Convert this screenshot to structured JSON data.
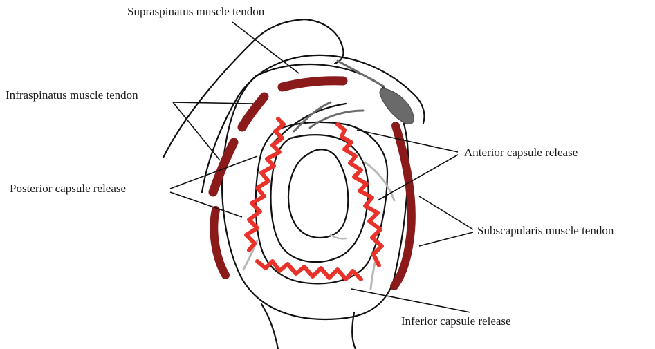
{
  "labels": {
    "supraspinatus": "Supraspinatus muscle tendon",
    "infraspinatus": "Infraspinatus muscle tendon",
    "posterior_release": "Posterior capsule release",
    "anterior_release": "Anterior capsule release",
    "subscapularis": "Subscapularis muscle tendon",
    "inferior_release": "Inferior capsule release"
  },
  "colors": {
    "outline": "#111111",
    "tendon": "#8b1a1a",
    "capsule_release": "#e8322a",
    "capsule_gray": "#b8b8b8",
    "dark_gray": "#6a6a6a"
  }
}
